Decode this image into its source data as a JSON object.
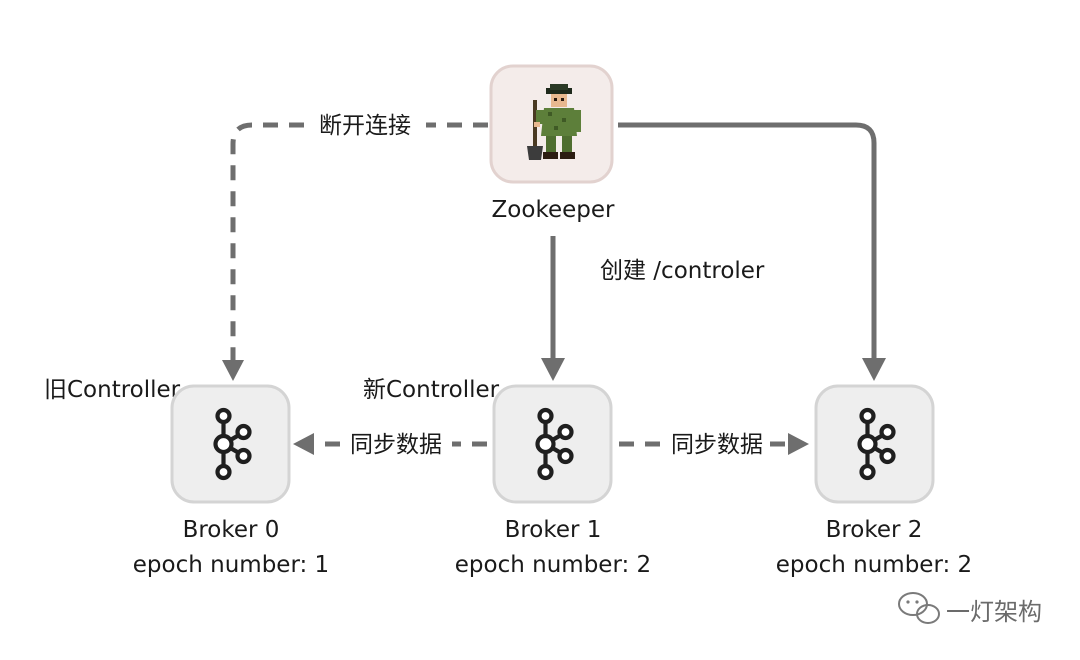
{
  "zookeeper": {
    "label": "Zookeeper",
    "icon": "zookeeper-keeper-icon"
  },
  "edges": {
    "disconnect_label": "断开连接",
    "create_label": "创建 /controler",
    "sync_left_label": "同步数据",
    "sync_right_label": "同步数据"
  },
  "brokers": [
    {
      "role": "旧Controller",
      "name": "Broker 0",
      "epoch": "epoch number: 1",
      "icon": "kafka-icon"
    },
    {
      "role": "新Controller",
      "name": "Broker 1",
      "epoch": "epoch number: 2",
      "icon": "kafka-icon"
    },
    {
      "role": "",
      "name": "Broker 2",
      "epoch": "epoch number: 2",
      "icon": "kafka-icon"
    }
  ],
  "watermark": {
    "text": "一灯架构",
    "icon": "wechat-icon"
  },
  "colors": {
    "edge": "#6e6e6e",
    "broker_box": "#eeeeee",
    "zookeeper_box": "#f4ecea"
  }
}
